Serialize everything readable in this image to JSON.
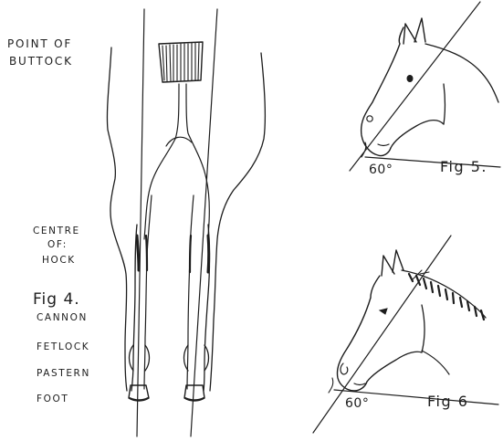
{
  "figure4": {
    "point_line1": "POINT OF",
    "point_line2": "BUTTOCK",
    "centre_line1": "CENTRE",
    "centre_line2": "OF:",
    "centre_line3": "HOCK",
    "fig_label": "Fig 4.",
    "cannon": "CANNON",
    "fetlock": "FETLOCK",
    "pastern": "PASTERN",
    "foot": "FOOT"
  },
  "figure5": {
    "angle": "60°",
    "fig_label": "Fig 5."
  },
  "figure6": {
    "angle": "60°",
    "fig_label": "Fig 6"
  }
}
